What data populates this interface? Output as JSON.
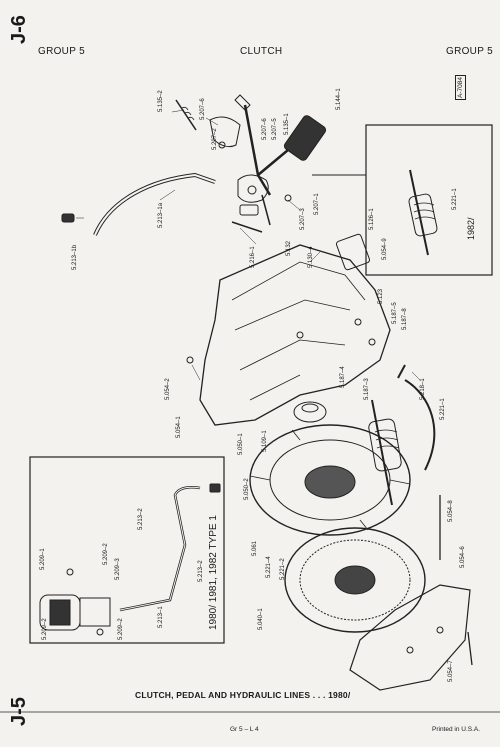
{
  "header": {
    "tab_top": "J-6",
    "left": "GROUP 5",
    "center": "CLUTCH",
    "right": "GROUP 5",
    "ref": "A-7084"
  },
  "caption": "CLUTCH, PEDAL AND HYDRAULIC LINES . . . 1980/",
  "footer": {
    "tab_bottom": "J-5",
    "page": "Gr 5 – L 4",
    "printed": "Printed in U.S.A."
  },
  "inset_right": {
    "year": "1982/",
    "parts": [
      "5.221–1",
      "5.126–1",
      "5.054–9"
    ]
  },
  "inset_left": {
    "title": "1980/ 1981, 1982 TYPE 1",
    "parts": [
      "5.213–2",
      "5.209–2",
      "5.209–3",
      "5.209–1",
      "5.213–1",
      "5.213–2",
      "5.209–2",
      "5.209–2"
    ]
  },
  "labels": [
    "5.135–2",
    "5.207–6",
    "5.207–2",
    "5.207–6",
    "5.207–5",
    "5.135–1",
    "5.144–1",
    "5.213–1a",
    "5.213–1b",
    "5.207–3",
    "5.207–1",
    "5.216–1",
    "5.132",
    "5.130–4",
    "5.123",
    "5.187–5",
    "5.187–8",
    "5.054–2",
    "5.187–4",
    "5.187–3",
    "5.218–1",
    "5.221–1",
    "5.054–1",
    "5.050–1",
    "5.109–1",
    "5.050–2",
    "5.061",
    "5.221–4",
    "5.221–2",
    "5.054–8",
    "5.054–6",
    "5.040–1",
    "5.054–7"
  ]
}
